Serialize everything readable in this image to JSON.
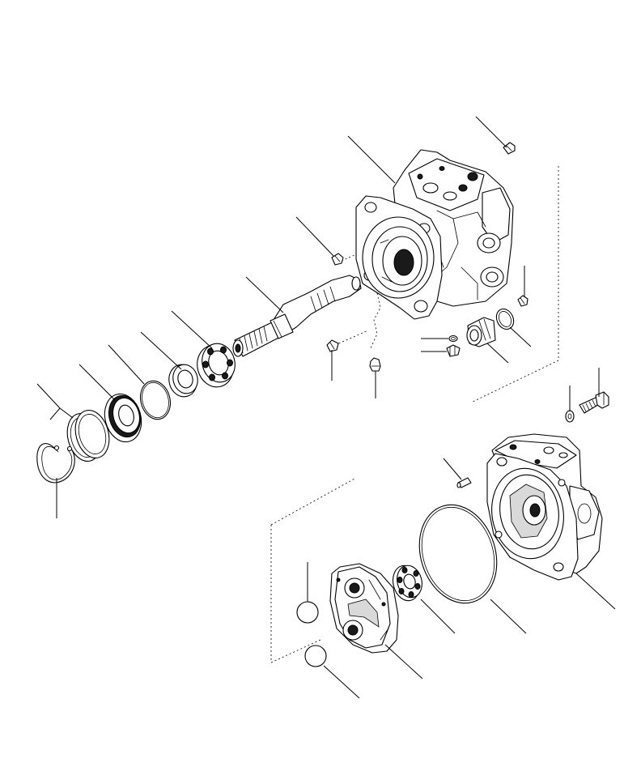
{
  "figure": {
    "background": "#ffffff",
    "line_color": "#000000",
    "parts": [
      "pump-case",
      "case-plug-top",
      "case-plug-left",
      "case-plug-right",
      "case-plug-lower",
      "fitting-lower",
      "input-shaft",
      "shaft-bearing",
      "bearing-spacer",
      "shaft-o-ring",
      "oil-seal",
      "seal-retainer-ring",
      "snap-ring",
      "small-o-ring",
      "orifice-plug",
      "servo-sleeve",
      "sleeve-o-ring",
      "end-cap",
      "end-cap-o-ring",
      "end-bearing",
      "valve-plate",
      "dowel-pin",
      "mounting-bolt",
      "washer",
      "reference-circle-1",
      "reference-circle-2"
    ]
  }
}
